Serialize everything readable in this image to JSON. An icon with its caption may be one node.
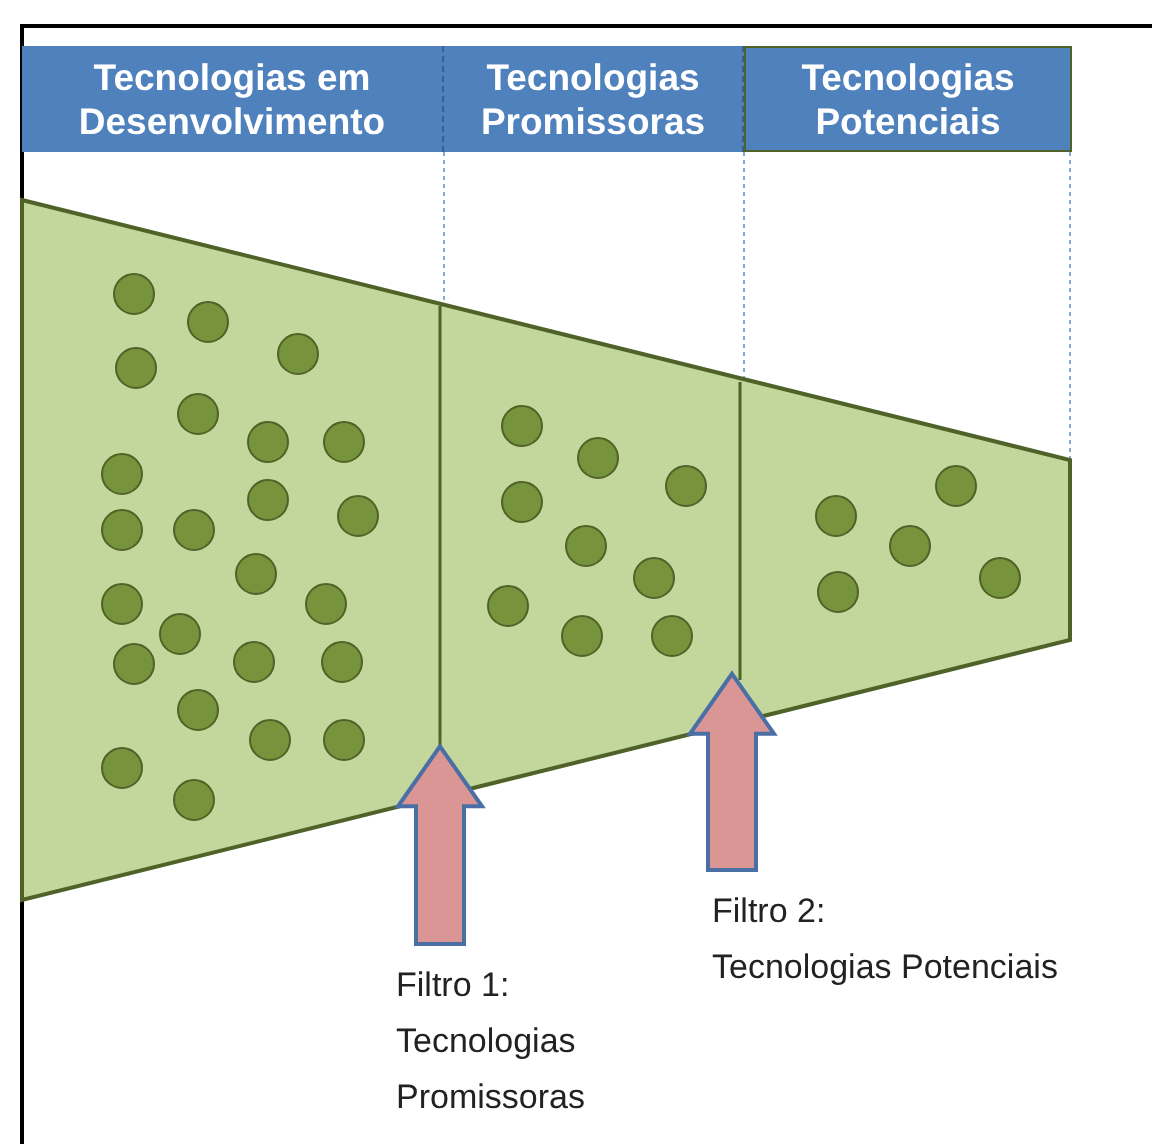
{
  "diagram": {
    "nodes": [
      {
        "text": [
          "Tecnologias em Desenvolvimento"
        ]
      },
      {
        "text": [
          "Tecnologias Promissoras"
        ]
      },
      {
        "text": [
          "Tecnologias Potenciais"
        ]
      },
      {
        "text": [],
        "shape": "box"
      },
      {
        "text": [
          "Filtro 1: Tecnologias Promissoras"
        ]
      },
      {
        "text": [
          "Filtro 2: Tecnologias Potenciais"
        ]
      }
    ],
    "edges": [
      {
        "from": 4,
        "to": 3,
        "arrow": "to",
        "style": "thick"
      },
      {
        "from": 5,
        "to": 3,
        "arrow": "to",
        "style": "thick"
      }
    ]
  }
}
